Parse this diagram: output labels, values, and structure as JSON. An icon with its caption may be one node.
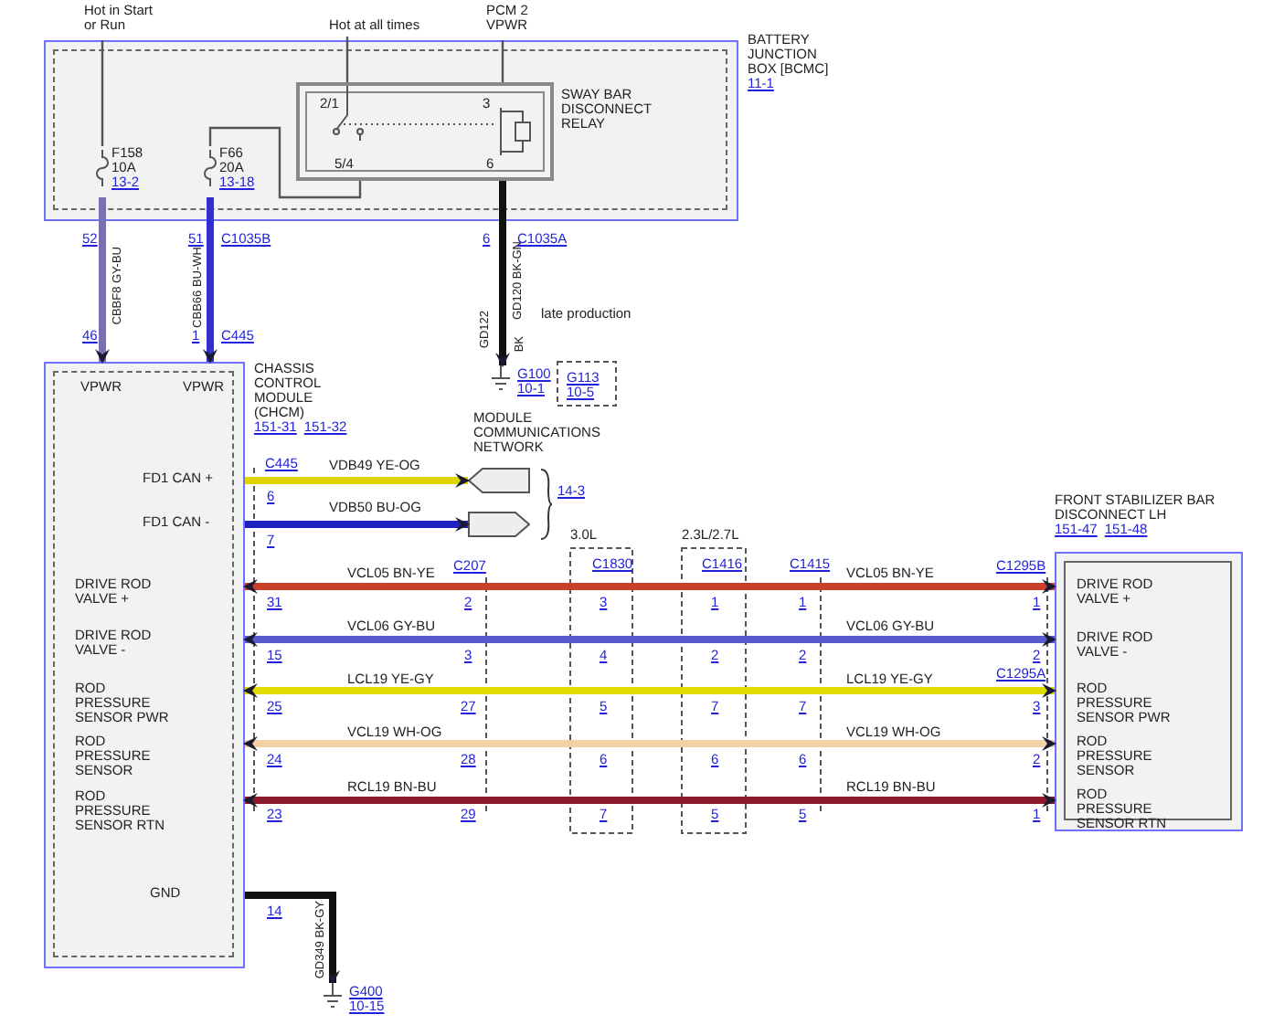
{
  "diagram": {
    "nodes": [
      {
        "text": [
          "Hot in Start or Run"
        ]
      },
      {
        "text": [
          "Hot at all times"
        ]
      },
      {
        "text": [
          "PCM 2 VPWR"
        ]
      },
      {
        "text": [
          "BATTERY JUNCTION BOX [BCMC]",
          "11-1"
        ]
      },
      {
        "text": [
          "SWAY BAR DISCONNECT RELAY"
        ],
        "in": 3
      },
      {
        "text": [
          "F158",
          "10A",
          "13-2"
        ],
        "in": 3
      },
      {
        "text": [
          "F66",
          "20A",
          "13-18"
        ],
        "in": 3
      },
      {
        "text": [
          "G100",
          "10-1"
        ]
      },
      {
        "text": [
          "G113",
          "10-5"
        ]
      },
      {
        "text": [
          "CHASSIS CONTROL MODULE (CHCM)",
          "151-31",
          "151-32"
        ]
      },
      {
        "text": [
          "MODULE COMMUNICATIONS NETWORK",
          "14-3"
        ]
      },
      {
        "text": [],
        "shape": "pentagon",
        "in": 10
      },
      {
        "text": [],
        "shape": "pentagon",
        "in": 10
      },
      {
        "text": [
          "FRONT STABILIZER BAR DISCONNECT LH",
          "151-47",
          "151-48"
        ]
      },
      {
        "text": [
          "G400",
          "10-15"
        ]
      }
    ],
    "edges": [
      {
        "from": 0,
        "to": 5,
        "arrow": "none"
      },
      {
        "from": 5,
        "to": 9,
        "arrow": "to",
        "label": "CBBF8 GY-BU",
        "color": "#7a6fb0"
      },
      {
        "from": 1,
        "to": 4,
        "arrow": "none"
      },
      {
        "from": 4,
        "to": 6,
        "arrow": "none"
      },
      {
        "from": 6,
        "to": 9,
        "arrow": "to",
        "label": "CBB66 BU-WH",
        "color": "#3030d0"
      },
      {
        "from": 2,
        "to": 4,
        "arrow": "none"
      },
      {
        "from": 4,
        "to": 7,
        "arrow": "to",
        "label": "GD120 BK-GN",
        "color": "#111111"
      },
      {
        "from": 9,
        "to": 11,
        "arrow": "to",
        "label": "VDB49 YE-OG",
        "color": "#e0d400"
      },
      {
        "from": 9,
        "to": 12,
        "arrow": "to",
        "label": "VDB50 BU-OG",
        "color": "#2020c0"
      },
      {
        "from": 9,
        "to": 13,
        "arrow": "both",
        "label": "VCL05 BN-YE",
        "color": "#c8402a"
      },
      {
        "from": 9,
        "to": 13,
        "arrow": "both",
        "label": "VCL06 GY-BU",
        "color": "#5a5ad0"
      },
      {
        "from": 9,
        "to": 13,
        "arrow": "both",
        "label": "LCL19 YE-GY",
        "color": "#e0dc00"
      },
      {
        "from": 9,
        "to": 13,
        "arrow": "both",
        "label": "VCL19 WH-OG",
        "color": "#f2d2a2"
      },
      {
        "from": 9,
        "to": 13,
        "arrow": "both",
        "label": "RCL19 BN-BU",
        "color": "#8b1a2b"
      },
      {
        "from": 9,
        "to": 14,
        "arrow": "to",
        "label": "GD349 BK-GY",
        "color": "#111111"
      }
    ],
    "labels": [
      "2/1",
      "3",
      "5/4",
      "6",
      "52",
      "51",
      "C1035B",
      "6",
      "C1035A",
      "46",
      "1",
      "C445",
      "GD122",
      "BK",
      "late production",
      "VPWR",
      "VPWR",
      "FD1 CAN +",
      "FD1 CAN -",
      "DRIVE ROD VALVE +",
      "DRIVE ROD VALVE -",
      "ROD PRESSURE SENSOR PWR",
      "ROD PRESSURE SENSOR",
      "ROD PRESSURE SENSOR RTN",
      "GND",
      "C445",
      "6",
      "7",
      "31",
      "15",
      "25",
      "24",
      "23",
      "14",
      "C207",
      "2",
      "3",
      "27",
      "28",
      "29",
      "3.0L",
      "C1830",
      "3",
      "4",
      "5",
      "6",
      "7",
      "2.3L/2.7L",
      "C1416",
      "1",
      "2",
      "7",
      "6",
      "5",
      "C1415",
      "1",
      "2",
      "7",
      "6",
      "5",
      "C1295B",
      "1",
      "2",
      "C1295A",
      "3",
      "2",
      "1",
      "VCL05 BN-YE",
      "VCL06 GY-BU",
      "LCL19 YE-GY",
      "VCL19 WH-OG",
      "RCL19 BN-BU",
      "DRIVE ROD VALVE +",
      "DRIVE ROD VALVE -",
      "ROD PRESSURE SENSOR PWR",
      "ROD PRESSURE SENSOR",
      "ROD PRESSURE SENSOR RTN"
    ]
  }
}
